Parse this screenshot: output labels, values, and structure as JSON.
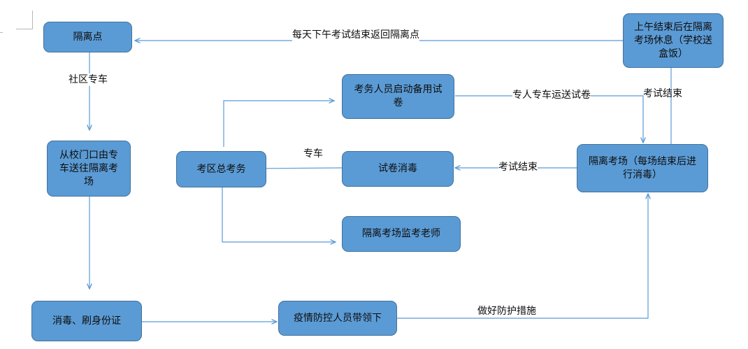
{
  "nodes": {
    "isolation_point": "隔离点",
    "afternoon_rest": "上午结束后在隔离考场休息（学校送盒饭）",
    "staff_backup": "考务人员启动备用试卷",
    "school_gate": "从校门口由专车送往隔离考场",
    "district_office": "考区总考务",
    "paper_disinfect": "试卷消毒",
    "isolation_room": "隔离考场（每场结束后进行消毒）",
    "invigilator": "隔离考场监考老师",
    "disinfect_id": "消毒、刷身份证",
    "epidemic_staff": "疫情防控人员带领下"
  },
  "edges": {
    "return_daily": "每天下午考试结束返回隔离点",
    "community_bus": "社区专车",
    "courier_transport": "专人专车运送试卷",
    "exam_end_top": "考试结束",
    "special_bus": "专车",
    "exam_end_mid": "考试结束",
    "protection": "做好防护措施"
  },
  "colors": {
    "node_fill": "#5b9bd5",
    "node_border": "#41719c",
    "line": "#5b9bd5"
  }
}
